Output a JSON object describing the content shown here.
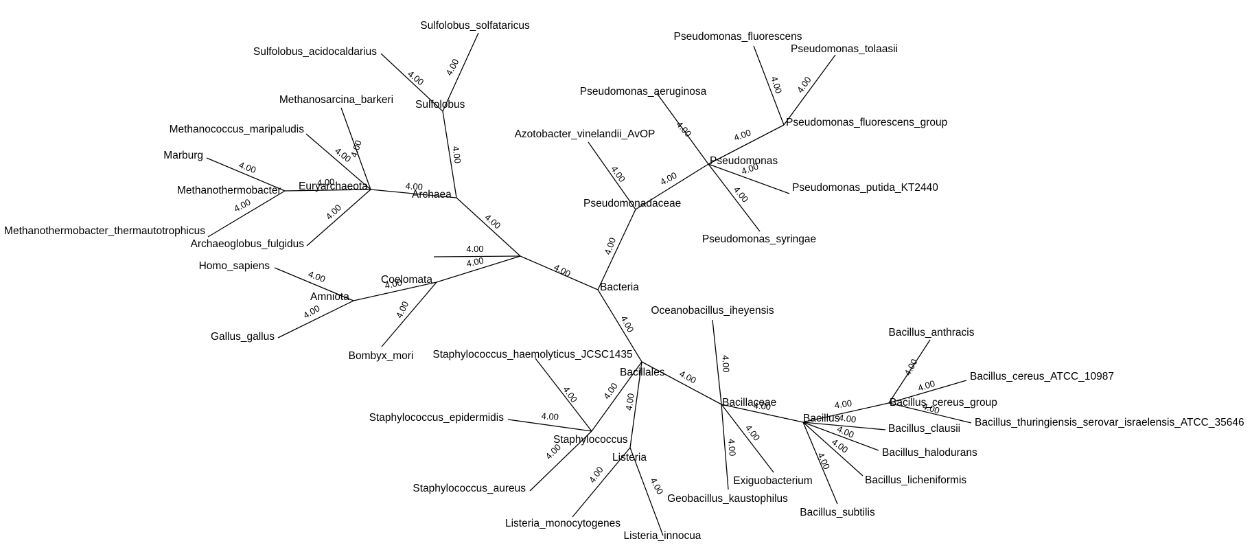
{
  "tree": {
    "nodes": [
      {
        "id": "root",
        "label": ""
      },
      {
        "id": "archaea",
        "label": "Archaea"
      },
      {
        "id": "sulfolobus",
        "label": "Sulfolobus"
      },
      {
        "id": "sulfolobus_solfataricus",
        "label": "Sulfolobus_solfataricus"
      },
      {
        "id": "sulfolobus_acidocaldarius",
        "label": "Sulfolobus_acidocaldarius"
      },
      {
        "id": "euryarchaeota",
        "label": "Euryarchaeota"
      },
      {
        "id": "methanosarcina_barkeri",
        "label": "Methanosarcina_barkeri"
      },
      {
        "id": "methanococcus_maripaludis",
        "label": "Methanococcus_maripaludis"
      },
      {
        "id": "methanothermobacter",
        "label": "Methanothermobacter"
      },
      {
        "id": "marburg",
        "label": "Marburg"
      },
      {
        "id": "methanothermobacter_thermautotrophicus",
        "label": "Methanothermobacter_thermautotrophicus"
      },
      {
        "id": "archaeoglobus_fulgidus",
        "label": "Archaeoglobus_fulgidus"
      },
      {
        "id": "unnamed_leaf",
        "label": ""
      },
      {
        "id": "coelomata",
        "label": "Coelomata"
      },
      {
        "id": "amniota",
        "label": "Amniota"
      },
      {
        "id": "homo_sapiens",
        "label": "Homo_sapiens"
      },
      {
        "id": "gallus_gallus",
        "label": "Gallus_gallus"
      },
      {
        "id": "bombyx_mori",
        "label": "Bombyx_mori"
      },
      {
        "id": "bacteria",
        "label": "Bacteria"
      },
      {
        "id": "pseudomonadaceae",
        "label": "Pseudomonadaceae"
      },
      {
        "id": "azotobacter",
        "label": "Azotobacter_vinelandii_AvOP"
      },
      {
        "id": "pseudomonas",
        "label": "Pseudomonas"
      },
      {
        "id": "pseudomonas_aeruginosa",
        "label": "Pseudomonas_aeruginosa"
      },
      {
        "id": "pseudomonas_fluorescens_group",
        "label": "Pseudomonas_fluorescens_group"
      },
      {
        "id": "pseudomonas_fluorescens",
        "label": "Pseudomonas_fluorescens"
      },
      {
        "id": "pseudomonas_tolaasii",
        "label": "Pseudomonas_tolaasii"
      },
      {
        "id": "pseudomonas_putida",
        "label": "Pseudomonas_putida_KT2440"
      },
      {
        "id": "pseudomonas_syringae",
        "label": "Pseudomonas_syringae"
      },
      {
        "id": "bacillales",
        "label": "Bacillales"
      },
      {
        "id": "staphylococcus",
        "label": "Staphylococcus"
      },
      {
        "id": "staph_haemolyticus",
        "label": "Staphylococcus_haemolyticus_JCSC1435"
      },
      {
        "id": "staph_epidermidis",
        "label": "Staphylococcus_epidermidis"
      },
      {
        "id": "staph_aureus",
        "label": "Staphylococcus_aureus"
      },
      {
        "id": "listeria",
        "label": "Listeria"
      },
      {
        "id": "listeria_monocytogenes",
        "label": "Listeria_monocytogenes"
      },
      {
        "id": "listeria_innocua",
        "label": "Listeria_innocua"
      },
      {
        "id": "bacillaceae",
        "label": "Bacillaceae"
      },
      {
        "id": "oceanobacillus",
        "label": "Oceanobacillus_iheyensis"
      },
      {
        "id": "geobacillus",
        "label": "Geobacillus_kaustophilus"
      },
      {
        "id": "exiguobacterium",
        "label": "Exiguobacterium"
      },
      {
        "id": "bacillus",
        "label": "Bacillus"
      },
      {
        "id": "bacillus_cereus_group",
        "label": "Bacillus_cereus_group"
      },
      {
        "id": "bacillus_anthracis",
        "label": "Bacillus_anthracis"
      },
      {
        "id": "bacillus_cereus",
        "label": "Bacillus_cereus_ATCC_10987"
      },
      {
        "id": "bacillus_thuringiensis",
        "label": "Bacillus_thuringiensis_serovar_israelensis_ATCC_35646"
      },
      {
        "id": "bacillus_clausii",
        "label": "Bacillus_clausii"
      },
      {
        "id": "bacillus_halodurans",
        "label": "Bacillus_halodurans"
      },
      {
        "id": "bacillus_licheniformis",
        "label": "Bacillus_licheniformis"
      },
      {
        "id": "bacillus_subtilis",
        "label": "Bacillus_subtilis"
      }
    ],
    "edges": [
      {
        "from": "root",
        "to": "archaea",
        "length": "4.00"
      },
      {
        "from": "archaea",
        "to": "sulfolobus",
        "length": "4.00"
      },
      {
        "from": "sulfolobus",
        "to": "sulfolobus_solfataricus",
        "length": "4.00"
      },
      {
        "from": "sulfolobus",
        "to": "sulfolobus_acidocaldarius",
        "length": "4.00"
      },
      {
        "from": "archaea",
        "to": "euryarchaeota",
        "length": "4.00"
      },
      {
        "from": "euryarchaeota",
        "to": "methanosarcina_barkeri",
        "length": "4.00"
      },
      {
        "from": "euryarchaeota",
        "to": "methanococcus_maripaludis",
        "length": "4.00"
      },
      {
        "from": "euryarchaeota",
        "to": "methanothermobacter",
        "length": "4.00"
      },
      {
        "from": "methanothermobacter",
        "to": "marburg",
        "length": "4.00"
      },
      {
        "from": "methanothermobacter",
        "to": "methanothermobacter_thermautotrophicus",
        "length": "4.00"
      },
      {
        "from": "euryarchaeota",
        "to": "archaeoglobus_fulgidus",
        "length": "4.00"
      },
      {
        "from": "root",
        "to": "unnamed_leaf",
        "length": "4.00"
      },
      {
        "from": "root",
        "to": "coelomata",
        "length": "4.00"
      },
      {
        "from": "coelomata",
        "to": "amniota",
        "length": "4.00"
      },
      {
        "from": "amniota",
        "to": "homo_sapiens",
        "length": "4.00"
      },
      {
        "from": "amniota",
        "to": "gallus_gallus",
        "length": "4.00"
      },
      {
        "from": "coelomata",
        "to": "bombyx_mori",
        "length": "4.00"
      },
      {
        "from": "root",
        "to": "bacteria",
        "length": "4.00"
      },
      {
        "from": "bacteria",
        "to": "pseudomonadaceae",
        "length": "4.00"
      },
      {
        "from": "pseudomonadaceae",
        "to": "azotobacter",
        "length": "4.00"
      },
      {
        "from": "pseudomonadaceae",
        "to": "pseudomonas",
        "length": "4.00"
      },
      {
        "from": "pseudomonas",
        "to": "pseudomonas_aeruginosa",
        "length": "4.00"
      },
      {
        "from": "pseudomonas",
        "to": "pseudomonas_fluorescens_group",
        "length": "4.00"
      },
      {
        "from": "pseudomonas_fluorescens_group",
        "to": "pseudomonas_fluorescens",
        "length": "4.00"
      },
      {
        "from": "pseudomonas_fluorescens_group",
        "to": "pseudomonas_tolaasii",
        "length": "4.00"
      },
      {
        "from": "pseudomonas",
        "to": "pseudomonas_putida",
        "length": "4.00"
      },
      {
        "from": "pseudomonas",
        "to": "pseudomonas_syringae",
        "length": "4.00"
      },
      {
        "from": "bacteria",
        "to": "bacillales",
        "length": "4.00"
      },
      {
        "from": "bacillales",
        "to": "staphylococcus",
        "length": "4.00"
      },
      {
        "from": "staphylococcus",
        "to": "staph_haemolyticus",
        "length": "4.00"
      },
      {
        "from": "staphylococcus",
        "to": "staph_epidermidis",
        "length": "4.00"
      },
      {
        "from": "staphylococcus",
        "to": "staph_aureus",
        "length": "4.00"
      },
      {
        "from": "bacillales",
        "to": "listeria",
        "length": "4.00"
      },
      {
        "from": "listeria",
        "to": "listeria_monocytogenes",
        "length": "4.00"
      },
      {
        "from": "listeria",
        "to": "listeria_innocua",
        "length": "4.00"
      },
      {
        "from": "bacillales",
        "to": "bacillaceae",
        "length": "4.00"
      },
      {
        "from": "bacillaceae",
        "to": "oceanobacillus",
        "length": "4.00"
      },
      {
        "from": "bacillaceae",
        "to": "geobacillus",
        "length": "4.00"
      },
      {
        "from": "bacillaceae",
        "to": "exiguobacterium",
        "length": "4.00"
      },
      {
        "from": "bacillaceae",
        "to": "bacillus",
        "length": "4.00"
      },
      {
        "from": "bacillus",
        "to": "bacillus_cereus_group",
        "length": "4.00"
      },
      {
        "from": "bacillus_cereus_group",
        "to": "bacillus_anthracis",
        "length": "4.00"
      },
      {
        "from": "bacillus_cereus_group",
        "to": "bacillus_cereus",
        "length": "4.00"
      },
      {
        "from": "bacillus_cereus_group",
        "to": "bacillus_thuringiensis",
        "length": "4.00"
      },
      {
        "from": "bacillus",
        "to": "bacillus_clausii",
        "length": "4.00"
      },
      {
        "from": "bacillus",
        "to": "bacillus_halodurans",
        "length": "4.00"
      },
      {
        "from": "bacillus",
        "to": "bacillus_licheniformis",
        "length": "4.00"
      },
      {
        "from": "bacillus",
        "to": "bacillus_subtilis",
        "length": "4.00"
      }
    ]
  }
}
